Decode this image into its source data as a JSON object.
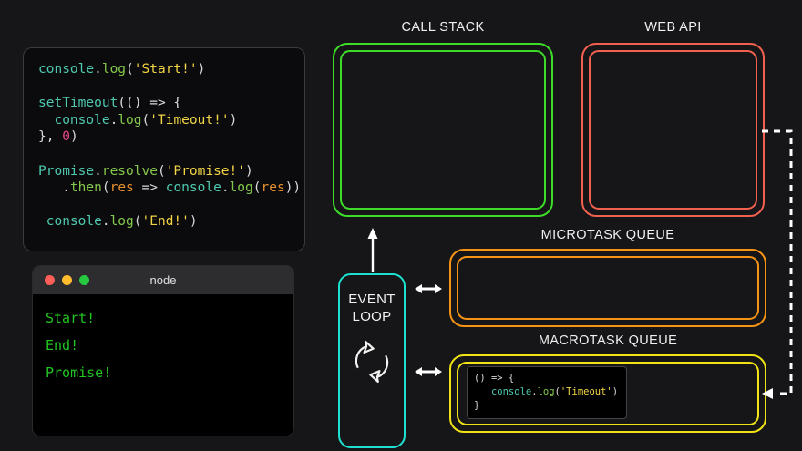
{
  "background_color": "#161618",
  "divider": {
    "style": "vertical-dashed",
    "color": "#8a8a8a"
  },
  "code_panel": {
    "name": "source-code",
    "background": "#0b0b0d",
    "lines": [
      "console.log('Start!')",
      "",
      "setTimeout(() => {",
      "  console.log('Timeout!')",
      "}, 0)",
      "",
      "Promise.resolve('Promise!')",
      "   .then(res => console.log(res))",
      "",
      " console.log('End!')"
    ],
    "token_colors": {
      "object": "#4ec9b0",
      "function": "#84c94b",
      "string": "#f2d544",
      "number": "#e84a8a",
      "variable": "#e8912d",
      "punctuation": "#d8d8d8"
    }
  },
  "terminal": {
    "title": "node",
    "traffic_lights": [
      "#ff5f56",
      "#ffbd2e",
      "#27c93f"
    ],
    "output_color": "#22c522",
    "output_lines": [
      "Start!",
      "End!",
      "Promise!"
    ]
  },
  "diagram": {
    "call_stack": {
      "label": "CALL STACK",
      "color": "#3ddc28",
      "contents": []
    },
    "web_api": {
      "label": "WEB API",
      "color": "#f2604f",
      "contents": []
    },
    "microtask_queue": {
      "label": "MICROTASK QUEUE",
      "color": "#f59314",
      "contents": []
    },
    "macrotask_queue": {
      "label": "MACROTASK QUEUE",
      "color": "#f2e315",
      "contents": [
        {
          "lines": [
            "() => {",
            "   console.log('Timeout')",
            "}"
          ]
        }
      ]
    },
    "event_loop": {
      "label_line_1": "EVENT",
      "label_line_2": "LOOP",
      "color": "#1de0d0",
      "icon": "sync-loop-icon"
    },
    "connectors": [
      {
        "name": "event-loop-to-call-stack",
        "type": "single-arrow-up",
        "color": "#ffffff"
      },
      {
        "name": "event-loop-to-microtask",
        "type": "double-arrow",
        "color": "#ffffff"
      },
      {
        "name": "event-loop-to-macrotask",
        "type": "double-arrow",
        "color": "#ffffff"
      },
      {
        "name": "web-api-to-macrotask",
        "type": "dashed-arrow",
        "color": "#ffffff"
      }
    ]
  }
}
